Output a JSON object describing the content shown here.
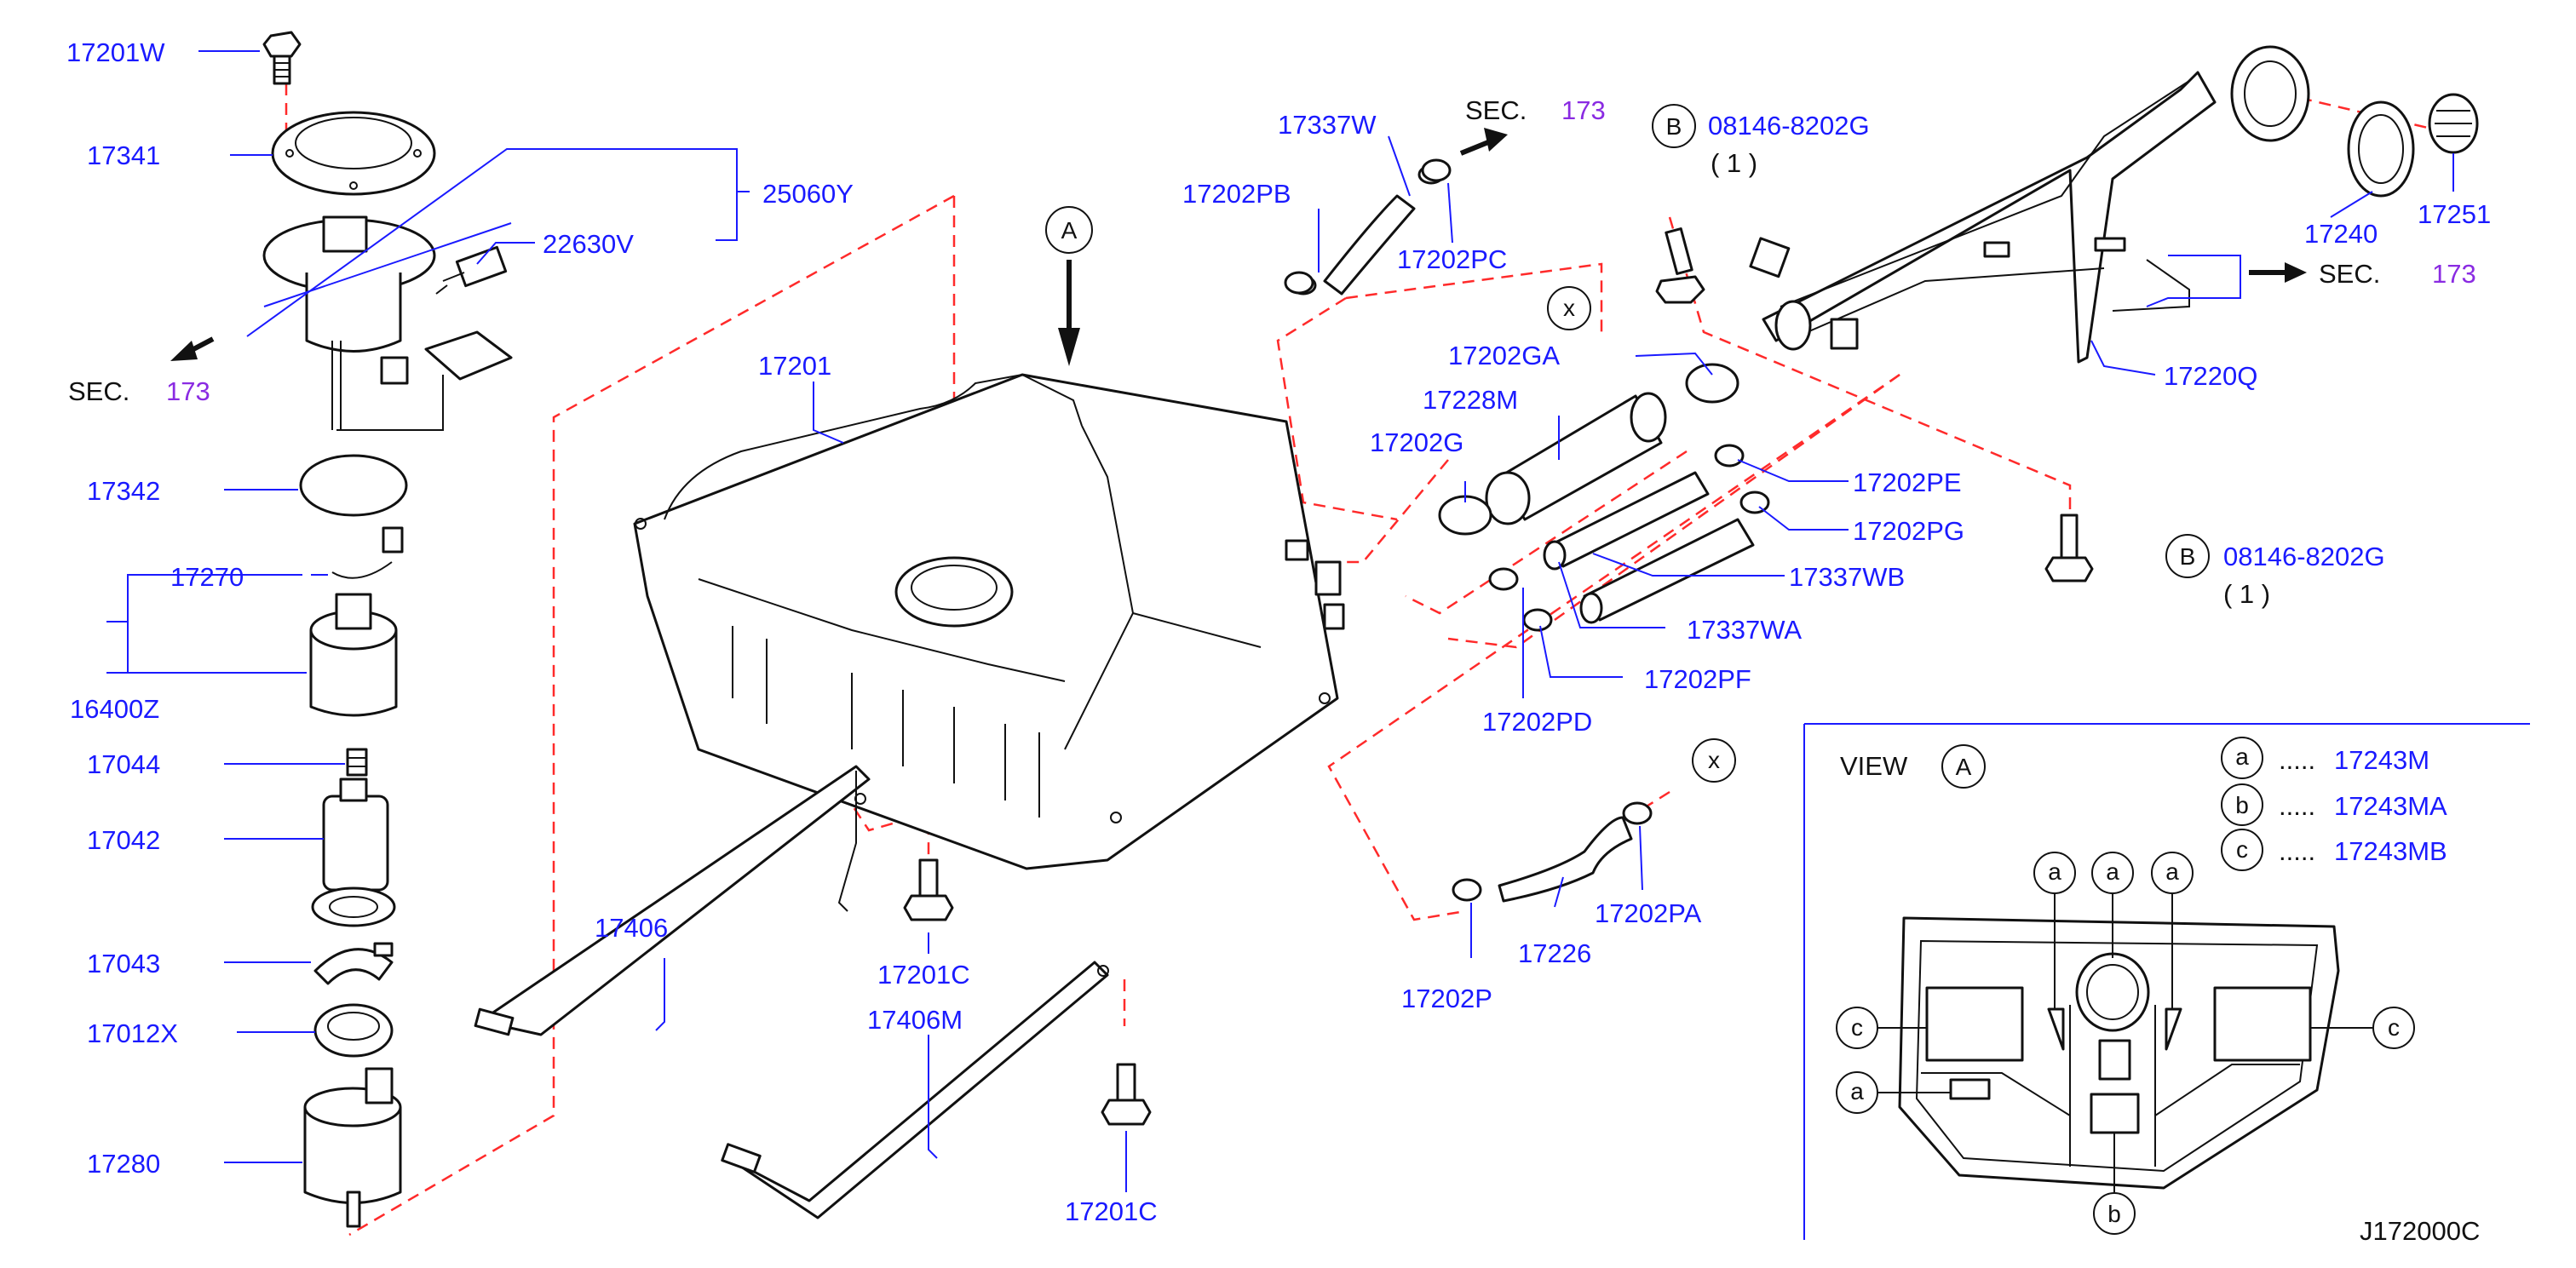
{
  "parts": {
    "p17201W": "17201W",
    "p17341": "17341",
    "p25060Y": "25060Y",
    "p22630V": "22630V",
    "p17342": "17342",
    "p17270": "17270",
    "p16400Z": "16400Z",
    "p17044": "17044",
    "p17042": "17042",
    "p17043": "17043",
    "p17012X": "17012X",
    "p17280": "17280",
    "p17201": "17201",
    "p17406": "17406",
    "p17201C_a": "17201C",
    "p17406M": "17406M",
    "p17201C_b": "17201C",
    "p17337W": "17337W",
    "p17202PB": "17202PB",
    "p17202PC": "17202PC",
    "p08146_a": "08146-8202G",
    "p17240": "17240",
    "p17251": "17251",
    "p17220Q": "17220Q",
    "p17202GA": "17202GA",
    "p17228M": "17228M",
    "p17202G": "17202G",
    "p17202PE": "17202PE",
    "p17202PG": "17202PG",
    "p08146_b": "08146-8202G",
    "p17337WB": "17337WB",
    "p17337WA": "17337WA",
    "p17202PF": "17202PF",
    "p17202PD": "17202PD",
    "p17202PA": "17202PA",
    "p17226": "17226",
    "p17202P": "17202P"
  },
  "sec": {
    "label": "SEC.",
    "number": "173"
  },
  "qty": {
    "a": "( 1 )",
    "b": "( 1 )"
  },
  "callouts": {
    "A": "A",
    "B": "B",
    "x": "x",
    "a": "a",
    "b": "b",
    "c": "c"
  },
  "view": {
    "label": "VIEW",
    "letter": "A",
    "legend": [
      {
        "key": "a",
        "dots": ".....",
        "part": "17243M"
      },
      {
        "key": "b",
        "dots": ".....",
        "part": "17243MA"
      },
      {
        "key": "c",
        "dots": ".....",
        "part": "17243MB"
      }
    ]
  },
  "drawing_code": "J172000C",
  "colors": {
    "part_number": "#1a1aff",
    "section_ref": "#8a2be2",
    "dash_line": "#ff2a2a",
    "ink": "#111111"
  }
}
